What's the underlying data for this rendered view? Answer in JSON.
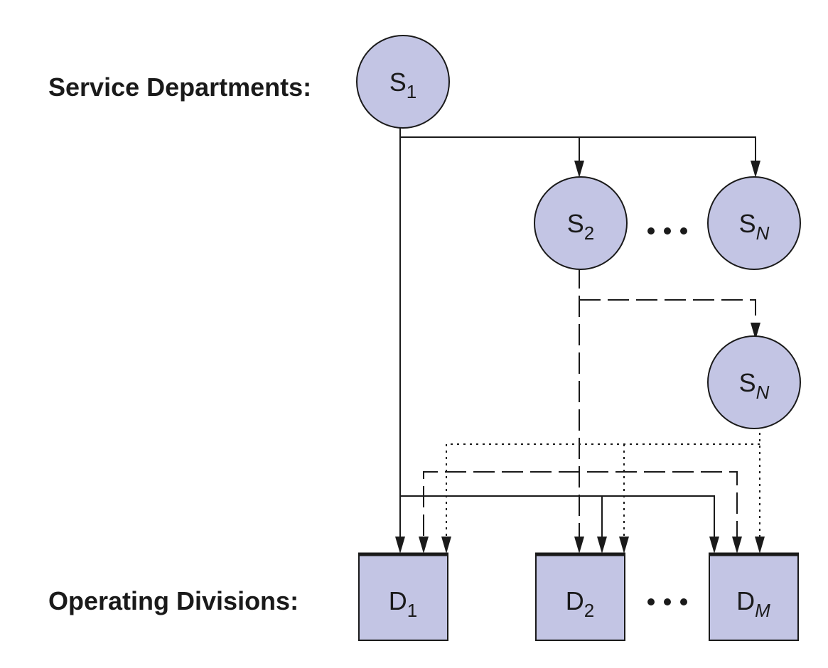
{
  "labels": {
    "service_departments": "Service Departments:",
    "operating_divisions": "Operating Divisions:"
  },
  "service_nodes": {
    "s1": {
      "letter": "S",
      "sub": "1"
    },
    "s2": {
      "letter": "S",
      "sub": "2"
    },
    "sn_top": {
      "letter": "S",
      "sub": "N"
    },
    "sn_mid": {
      "letter": "S",
      "sub": "N"
    }
  },
  "division_nodes": {
    "d1": {
      "letter": "D",
      "sub": "1"
    },
    "d2": {
      "letter": "D",
      "sub": "2"
    },
    "dm": {
      "letter": "D",
      "sub": "M"
    }
  },
  "colors": {
    "node_fill": "#c3c5e4",
    "stroke": "#1a1a1a",
    "text": "#1a1a1a",
    "background": "#ffffff"
  },
  "legend_styles": {
    "from_s1": "solid",
    "from_s2": "dashed",
    "from_sn": "dotted"
  }
}
